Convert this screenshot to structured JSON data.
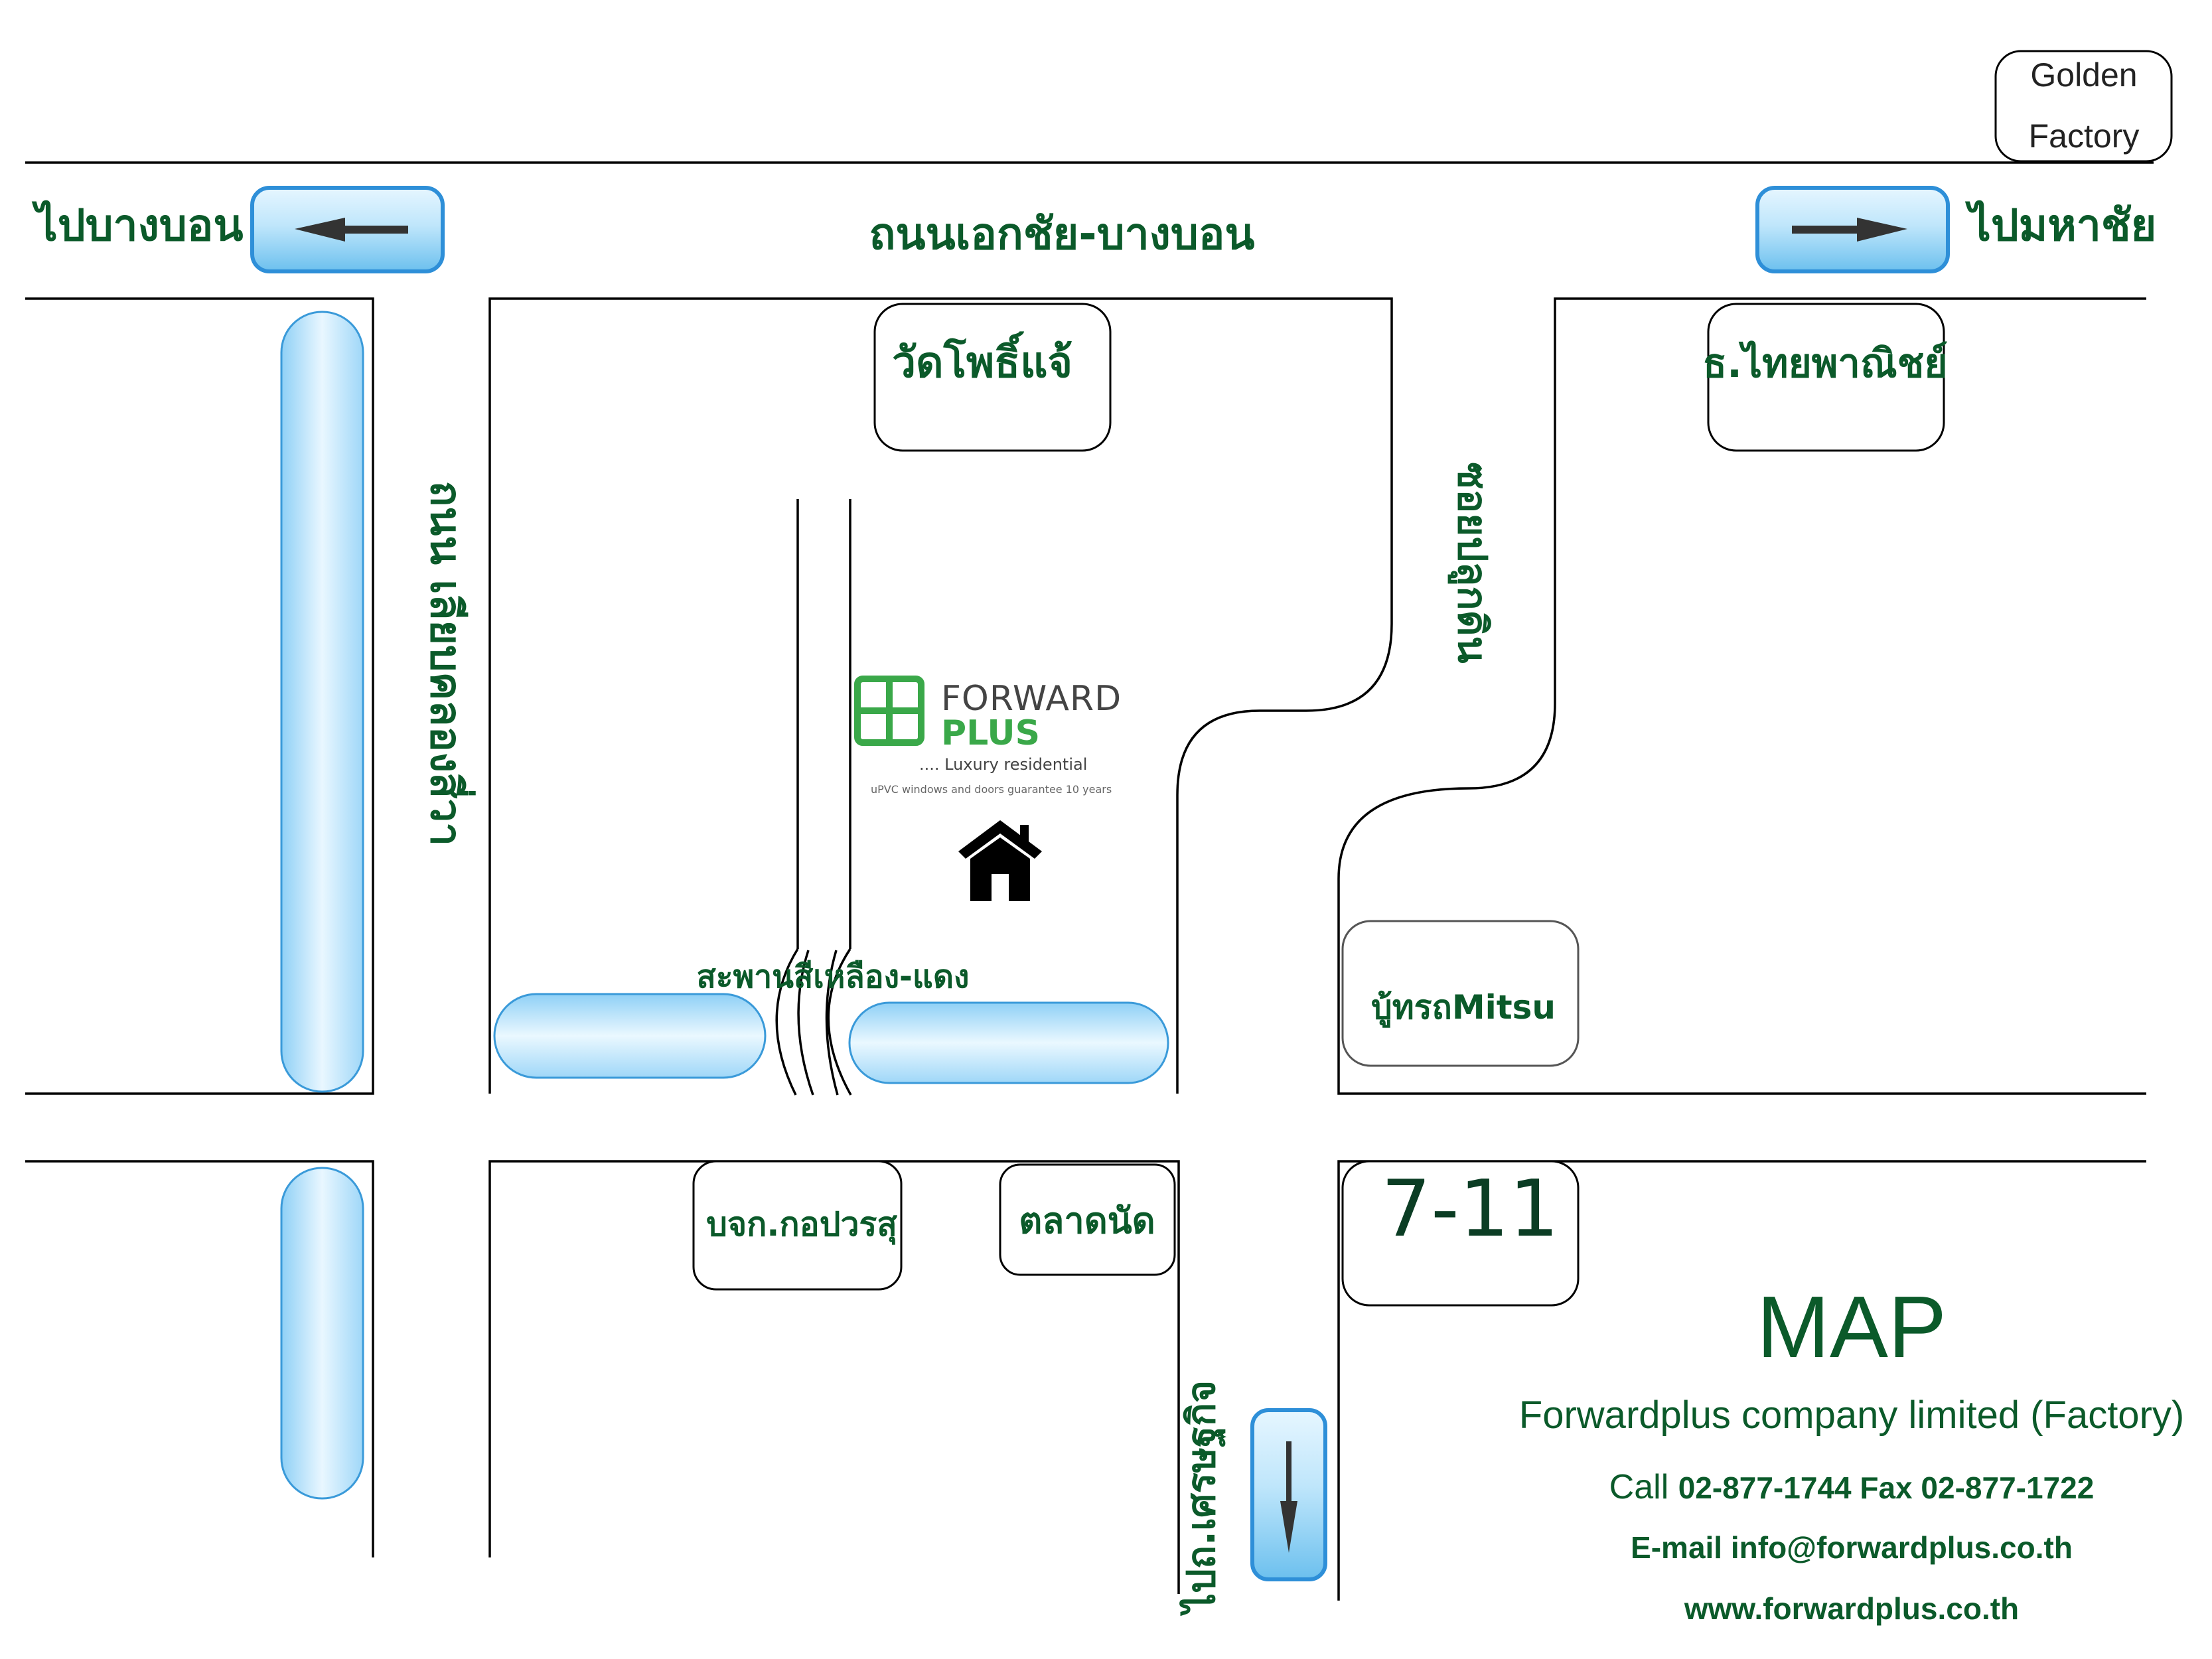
{
  "map": {
    "landmarks": {
      "golden_line1": "Golden",
      "golden_line2": "Factory",
      "wat": "วัดโพธิ์แจ้",
      "bank": "ธ.ไทยพาณิชย์",
      "mitsu": "บู้ทรถMitsu",
      "post": "บจก.กอปวรสุ",
      "market": "ตลาดนัด",
      "seven": "7-11"
    },
    "roads": {
      "main_road": "ถนนเอกชัย-บางบอน",
      "left_road": "ถนน เลียบคลองสี่วา",
      "soi": "ซอยปลูกดิน",
      "bottom_road": "ไปถ.เศรษฐกิจ",
      "bridge": "สะพานสีเหลือง-แดง"
    },
    "directions": {
      "to_bangbon": "ไปบางบอน",
      "to_mahachai": "ไปมหาชัย"
    },
    "logo": {
      "word1": "FORWARD",
      "word2": "PLUS",
      "tagline": ".... Luxury residential",
      "subline": "uPVC  windows and doors guarantee 10 years"
    },
    "info": {
      "heading": "MAP",
      "company": "Forwardplus company limited (Factory)",
      "call_label": "Call",
      "call_number": "02-877-1744",
      "fax_label": "Fax",
      "fax_number": "02-877-1722",
      "email_label": "E-mail",
      "email_value": "info@forwardplus.co.th",
      "website": "www.forwardplus.co.th"
    },
    "colors": {
      "text_green": "#0b5a2a",
      "logo_green": "#3aa849",
      "water_blue": "#bfe4fb",
      "water_stroke": "#3a9ad9"
    },
    "icons": [
      "left-arrow-icon",
      "right-arrow-icon",
      "down-arrow-icon",
      "home-icon",
      "window-logo-icon"
    ]
  }
}
